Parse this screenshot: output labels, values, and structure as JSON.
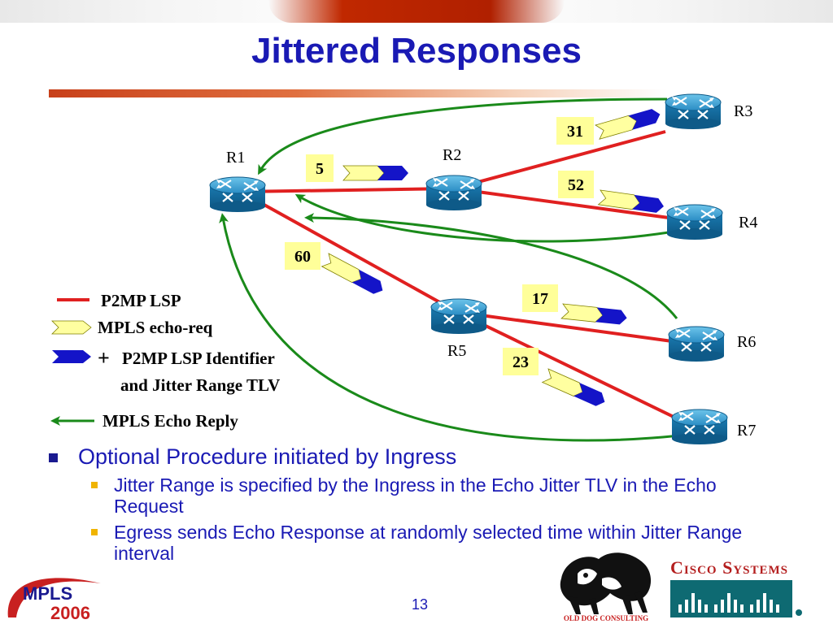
{
  "title": "Jittered Responses",
  "routers": [
    {
      "id": "R1",
      "label": "R1"
    },
    {
      "id": "R2",
      "label": "R2"
    },
    {
      "id": "R3",
      "label": "R3"
    },
    {
      "id": "R4",
      "label": "R4"
    },
    {
      "id": "R5",
      "label": "R5"
    },
    {
      "id": "R6",
      "label": "R6"
    },
    {
      "id": "R7",
      "label": "R7"
    }
  ],
  "delays": [
    "5",
    "31",
    "52",
    "60",
    "17",
    "23"
  ],
  "legend": {
    "lsp": "P2MP LSP",
    "echo_req": "MPLS echo-req",
    "plus": "+",
    "tlv_line1": "P2MP LSP Identifier",
    "tlv_line2": "and Jitter Range TLV",
    "echo_reply": "MPLS Echo Reply"
  },
  "bullets": {
    "main": "Optional Procedure initiated by Ingress",
    "sub": [
      "Jitter Range is specified by the Ingress in the Echo Jitter TLV in the Echo Request",
      "Egress sends Echo Response at randomly selected time within Jitter Range interval"
    ]
  },
  "page_number": "13",
  "logos": {
    "mpls_line1": "MPLS",
    "mpls_line2": "2006",
    "dog_caption": "OLD DOG CONSULTING",
    "cisco": "Cisco Systems"
  },
  "colors": {
    "title": "#1a1ab4",
    "lsp_line": "#e02020",
    "echo_reply": "#1a8a1a",
    "router_fill": "#1a7ab0",
    "delay_box": "#ffff99",
    "packet_head": "#1414c8",
    "packet_body": "#ffffa0"
  }
}
